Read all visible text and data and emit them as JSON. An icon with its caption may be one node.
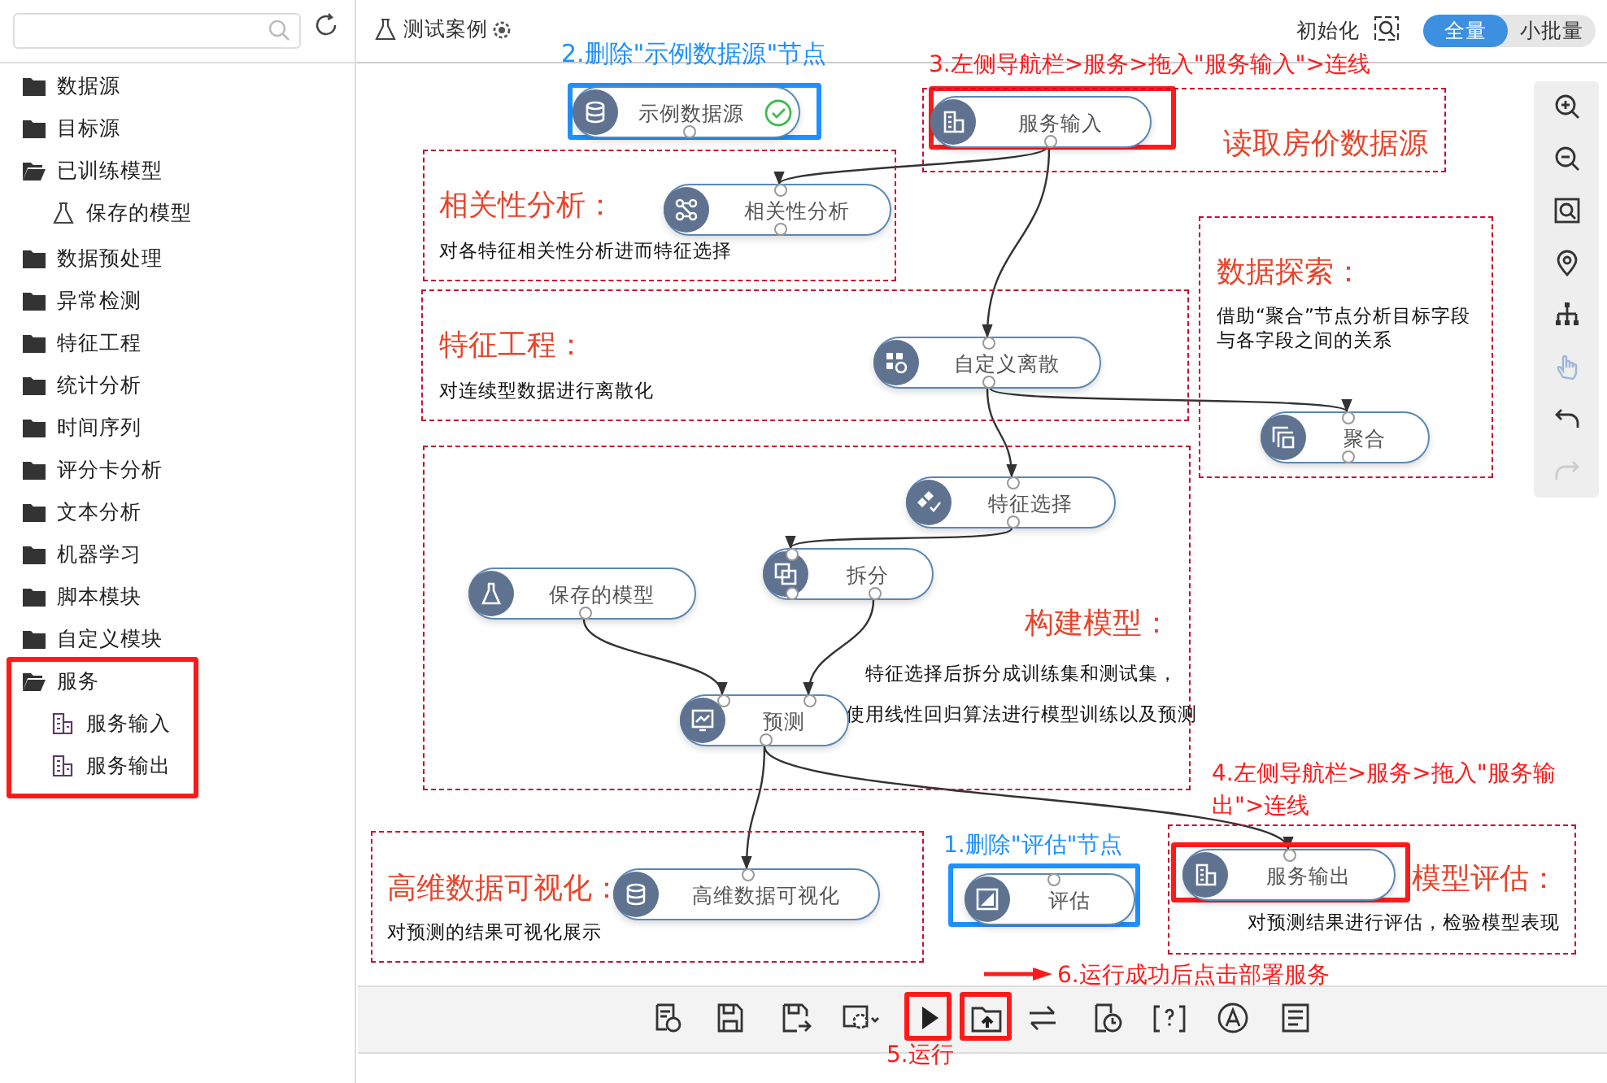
{
  "diagram": {
    "nodes": [
      {
        "text": [
          "示例数据源"
        ]
      },
      {
        "text": [
          "读取房价数据源"
        ]
      },
      {
        "text": [
          "服务输入"
        ],
        "in": 1
      },
      {
        "text": [
          "相关性分析：",
          "对各特征相关性分析进而特征选择"
        ]
      },
      {
        "text": [
          "相关性分析"
        ],
        "in": 3
      },
      {
        "text": [
          "数据探索：",
          "借助“聚合”节点分析目标字段与各字段之间的关系"
        ]
      },
      {
        "text": [
          "特征工程：",
          "对连续型数据进行离散化"
        ]
      },
      {
        "text": [
          "自定义离散"
        ],
        "in": 6
      },
      {
        "text": [
          "聚合"
        ],
        "in": 5
      },
      {
        "text": [
          "构建模型：",
          "特征选择后拆分成训练集和测试集，使用线性回归算法进行模型训练以及预测"
        ]
      },
      {
        "text": [
          "特征选择"
        ],
        "in": 9
      },
      {
        "text": [
          "保存的模型"
        ],
        "in": 9
      },
      {
        "text": [
          "拆分"
        ],
        "in": 9
      },
      {
        "text": [
          "预测"
        ],
        "in": 9
      },
      {
        "text": [
          "高维数据可视化：",
          "对预测的结果可视化展示"
        ]
      },
      {
        "text": [
          "高维数据可视化"
        ],
        "in": 14
      },
      {
        "text": [
          "评估"
        ]
      },
      {
        "text": [
          "模型评估：",
          "对预测结果进行评估，检验模型表现"
        ]
      },
      {
        "text": [
          "服务输出"
        ],
        "in": 17
      }
    ],
    "edges": [
      {
        "from": 2,
        "to": 4,
        "arrow": "to"
      },
      {
        "from": 2,
        "to": 7,
        "arrow": "to"
      },
      {
        "from": 7,
        "to": 8,
        "arrow": "to"
      },
      {
        "from": 7,
        "to": 10,
        "arrow": "to"
      },
      {
        "from": 10,
        "to": 12,
        "arrow": "to"
      },
      {
        "from": 11,
        "to": 13,
        "arrow": "to"
      },
      {
        "from": 12,
        "to": 13,
        "arrow": "to"
      },
      {
        "from": 13,
        "to": 15,
        "arrow": "to"
      },
      {
        "from": 13,
        "to": 18,
        "arrow": "to"
      }
    ],
    "labels": [
      "数据源",
      "目标源",
      "已训练模型",
      "保存的模型",
      "数据预处理",
      "异常检测",
      "特征工程",
      "统计分析",
      "时间序列",
      "评分卡分析",
      "文本分析",
      "机器学习",
      "脚本模块",
      "自定义模块",
      "服务",
      "服务输入",
      "服务输出",
      "测试案例",
      "初始化",
      "全量",
      "小批量",
      "2.删除\"示例数据源\"节点",
      "3.左侧导航栏>服务>拖入\"服务输入\">连线",
      "4.左侧导航栏>服务>拖入\"服务输出\">连线",
      "1.删除\"评估\"节点",
      "6.运行成功后点击部署服务",
      "5.运行"
    ]
  }
}
